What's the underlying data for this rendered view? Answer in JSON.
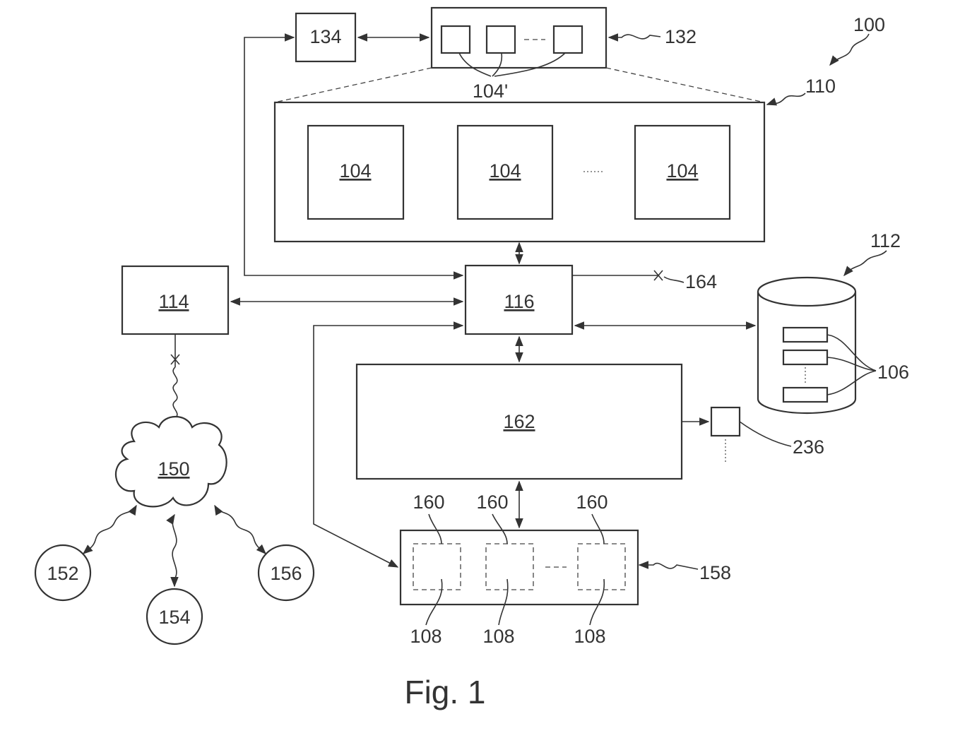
{
  "figure_caption": "Fig. 1",
  "labels": {
    "system": "100",
    "group": "110",
    "database": "112",
    "block_114": "114",
    "block_116": "116",
    "block_132": "132",
    "block_134": "134",
    "block_162": "162",
    "block_158": "158",
    "ref_164": "164",
    "ref_236": "236",
    "cloud": "150",
    "node_152": "152",
    "node_154": "154",
    "node_156": "156",
    "unit_104": "104",
    "unit_104_prime": "104'",
    "record_106": "106",
    "slot_160": "160",
    "item_108": "108"
  }
}
